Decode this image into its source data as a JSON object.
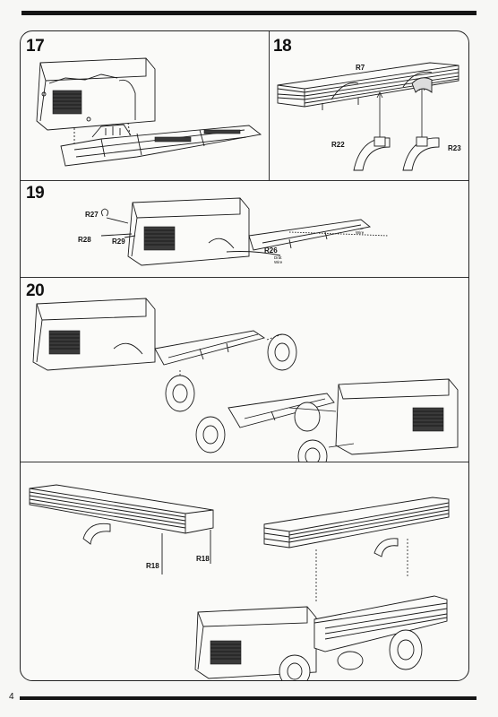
{
  "page": {
    "number": "4"
  },
  "steps": [
    {
      "id": "17",
      "label": "17",
      "parts": []
    },
    {
      "id": "18",
      "label": "18",
      "parts": [
        "R7",
        "R22",
        "R23"
      ]
    },
    {
      "id": "19",
      "label": "19",
      "parts": [
        "R27",
        "R28",
        "R29",
        "R26"
      ],
      "notes": [
        "Drát",
        "Wire",
        "Drát",
        "Wire"
      ]
    },
    {
      "id": "20",
      "label": "20",
      "parts": []
    },
    {
      "id": "21",
      "label": "",
      "parts": [
        "R18",
        "R18"
      ]
    }
  ]
}
